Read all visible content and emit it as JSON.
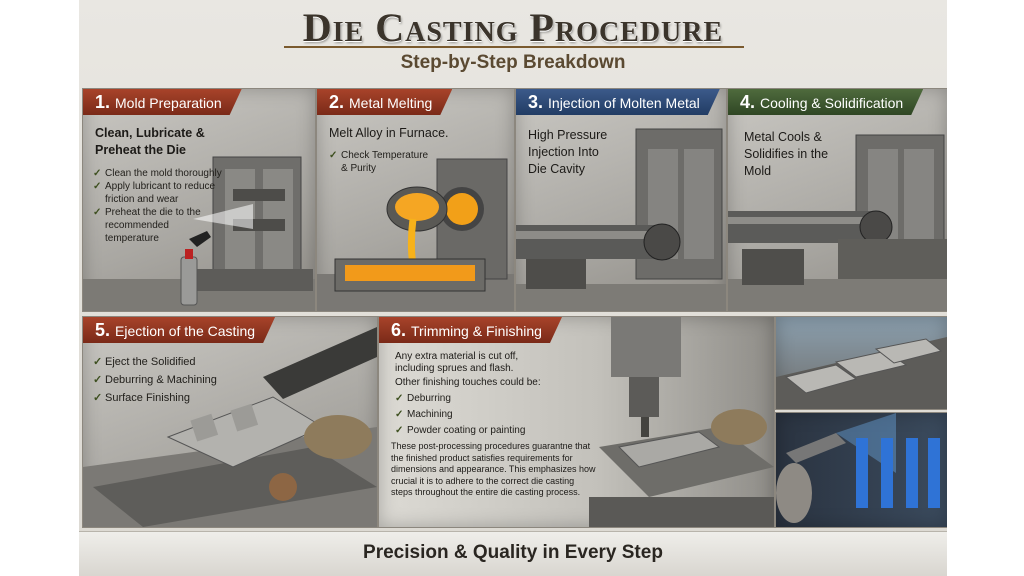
{
  "title": "Die Casting Procedure",
  "subtitle": "Step-by-Step Breakdown",
  "steps": [
    {
      "num": "1.",
      "title": "Mold Preparation",
      "intro": "Clean, Lubricate & Preheat the Die",
      "bullets": [
        "Clean the mold thoroughly",
        "Apply lubricant to reduce friction and wear",
        "Preheat the die to the recommended temperature"
      ]
    },
    {
      "num": "2.",
      "title": "Metal Melting",
      "intro": "Melt Alloy in Furnace.",
      "bullets": [
        "Check Temperature & Purity"
      ]
    },
    {
      "num": "3.",
      "title": "Injection of Molten Metal",
      "intro": "High Pressure Injection Into Die Cavity"
    },
    {
      "num": "4.",
      "title": "Cooling & Solidification",
      "intro": "Metal Cools & Solidifies in the Mold"
    },
    {
      "num": "5.",
      "title": "Ejection of the Casting",
      "bullets": [
        "Eject the Solidified",
        "Deburring & Machining",
        "Surface Finishing"
      ]
    },
    {
      "num": "6.",
      "title": "Trimming & Finishing",
      "intro": "Any extra material is cut off, including sprues and flash.",
      "intro2": "Other finishing touches could be:",
      "bullets": [
        "Deburring",
        "Machining",
        "Powder coating or painting"
      ],
      "body": "These post-processing procedures guarantne that the finished product satisfies requirements for dimensions and appearance. This emphasizes how crucial it is to adhere to the correct die casting steps throughout the entire die casting process."
    }
  ],
  "footer": "Precision & Quality in Every Step",
  "colors": {
    "banner_red": "#8f3520",
    "banner_blue": "#2e4a78",
    "banner_green": "#3e5a30",
    "molten": "#f2a018"
  }
}
